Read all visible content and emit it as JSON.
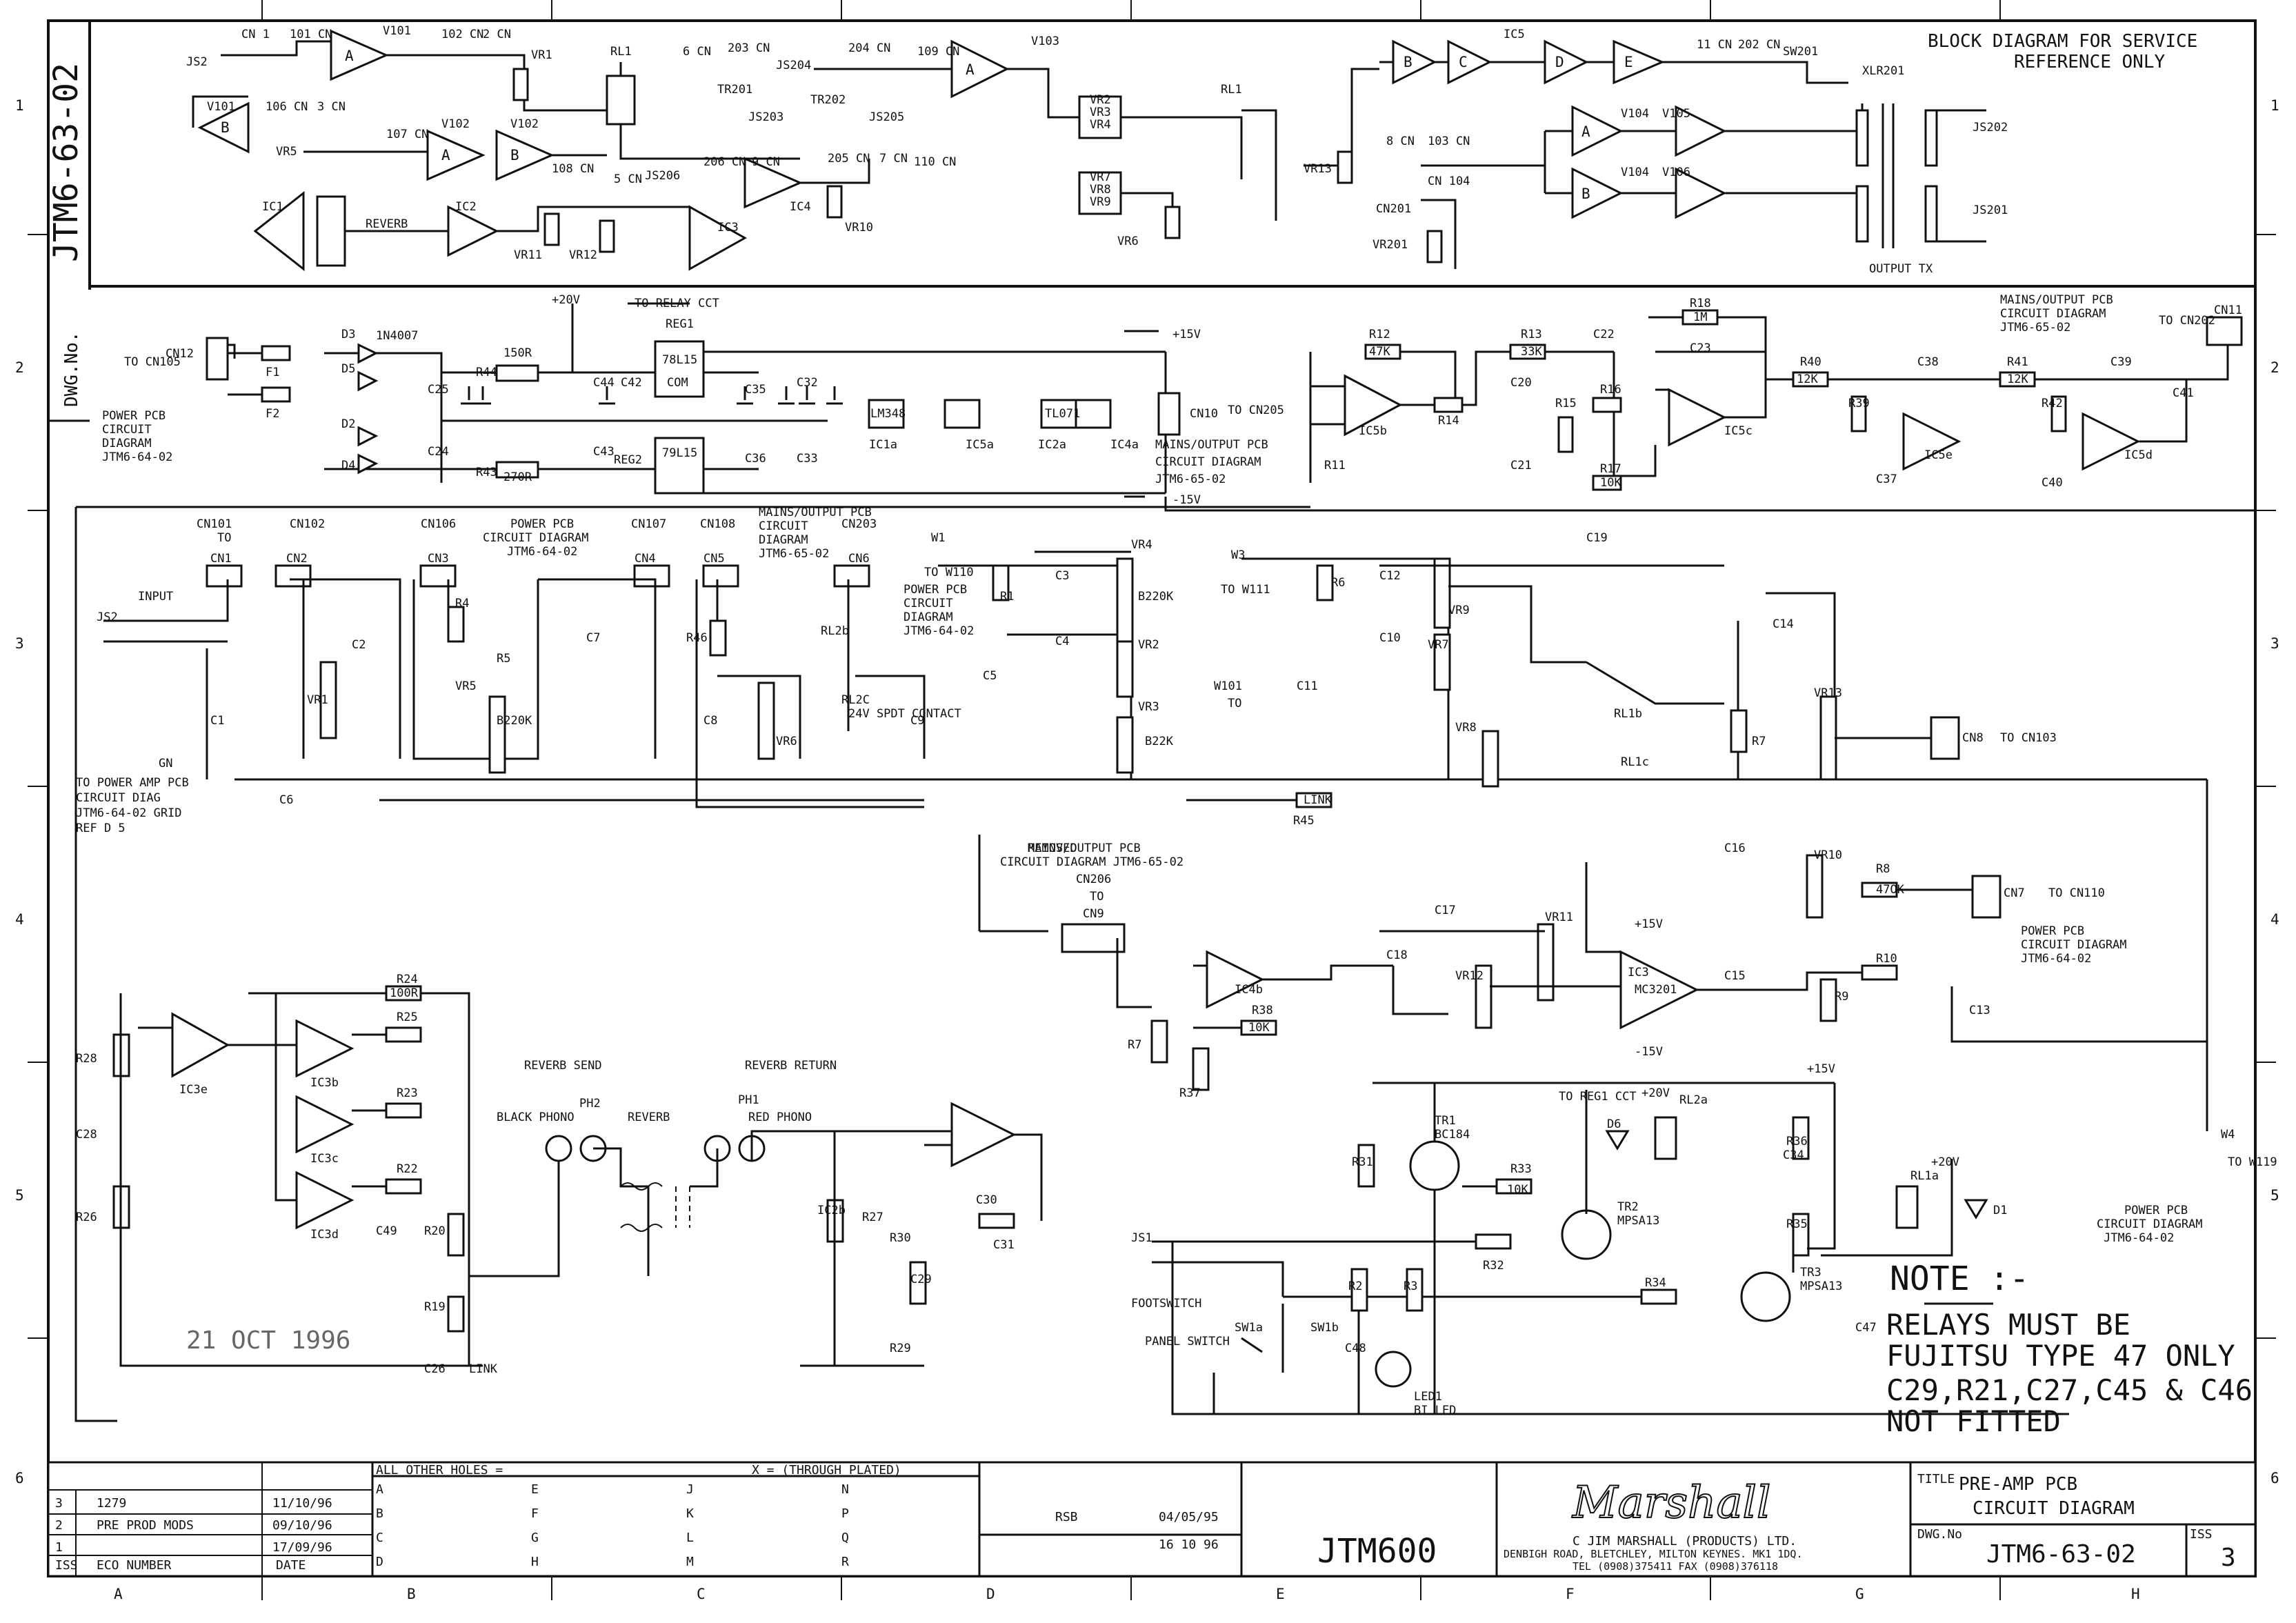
{
  "drawing": {
    "number": "JTM6-63-02",
    "dwg_no_label": "DWG.No.",
    "block_title": "BLOCK DIAGRAM FOR SERVICE",
    "block_title2": "REFERENCE ONLY",
    "date_stamp": "21 OCT 1996"
  },
  "grid": {
    "rows": [
      "1",
      "2",
      "3",
      "4",
      "5",
      "6"
    ],
    "cols": [
      "A",
      "B",
      "C",
      "D",
      "E",
      "F",
      "G",
      "H"
    ]
  },
  "block_diagram": {
    "labels": [
      "JS2",
      "CN 1",
      "101 CN",
      "V101",
      "102 CN",
      "2 CN",
      "VR1",
      "RL1",
      "6 CN",
      "203 CN",
      "JS204",
      "204 CN",
      "109 CN",
      "V103",
      "IC5",
      "11 CN",
      "202 CN",
      "SW201",
      "XLR201",
      "V101",
      "106 CN",
      "3 CN",
      "VR5",
      "107 CN",
      "V102",
      "V102",
      "108 CN",
      "5 CN",
      "TR201",
      "JS203",
      "TR202",
      "JS205",
      "JS206",
      "206 CN",
      "9 CN",
      "205 CN",
      "7 CN",
      "110 CN",
      "IC4",
      "VR10",
      "IC1",
      "REVERB",
      "IC2",
      "IC3",
      "VR11",
      "VR12",
      "VR2",
      "VR3",
      "VR4",
      "VR7",
      "VR8",
      "VR9",
      "VR6",
      "RL1",
      "VR13",
      "8 CN",
      "103 CN",
      "CN 104",
      "CN201",
      "VR201",
      "V104",
      "V105",
      "V104",
      "V106",
      "JS202",
      "JS201",
      "OUTPUT TX"
    ],
    "stage_letters": [
      "A",
      "B",
      "A",
      "B",
      "A",
      "B",
      "C",
      "D",
      "E",
      "A",
      "B"
    ]
  },
  "power_section": {
    "labels": [
      "+20V",
      "TO RELAY CCT",
      "REG1",
      "78L15",
      "COM",
      "REG2",
      "79L15",
      "+15V",
      "-15V",
      "CN12",
      "TO CN105",
      "POWER PCB",
      "CIRCUIT",
      "DIAGRAM",
      "JTM6-64-02",
      "F1",
      "F2",
      "D3",
      "D5",
      "D2",
      "D4",
      "1N4007",
      "C25",
      "C24",
      "R44",
      "R43",
      "150R",
      "270R",
      "C44",
      "C43",
      "C42",
      "C35",
      "C36",
      "C32",
      "C33",
      "IC1a",
      "IC5a",
      "IC2a",
      "IC4a",
      "LM348",
      "TL071",
      "CN10",
      "TO CN205",
      "MAINS/OUTPUT PCB",
      "CIRCUIT DIAGRAM",
      "JTM6-65-02"
    ]
  },
  "preamp_top": {
    "labels": [
      "R12",
      "47K",
      "R13",
      "33K",
      "C22",
      "R18",
      "1M",
      "C23",
      "R40",
      "12K",
      "C38",
      "R41",
      "12K",
      "C39",
      "C41",
      "CN11",
      "TO CN202",
      "MAINS/OUTPUT PCB",
      "CIRCUIT DIAGRAM",
      "JTM6-65-02",
      "IC5b",
      "IC5c",
      "IC5e",
      "IC5d",
      "R11",
      "R14",
      "C20",
      "R15",
      "R16",
      "R17",
      "10K",
      "C21",
      "R39",
      "C37",
      "R42",
      "C40"
    ]
  },
  "input_section": {
    "labels": [
      "CN101",
      "CN102",
      "CN106",
      "CN107",
      "CN108",
      "CN203",
      "TO",
      "CN1",
      "CN2",
      "CN3",
      "CN4",
      "CN5",
      "CN6",
      "INPUT",
      "JS2",
      "POWER PCB",
      "CIRCUIT DIAGRAM",
      "JTM6-64-02",
      "MAINS/OUTPUT PCB",
      "CIRCUIT",
      "DIAGRAM",
      "JTM6-65-02",
      "VR1",
      "C1",
      "C2",
      "C6",
      "R4",
      "R5",
      "VR5",
      "B220K",
      "C7",
      "R46",
      "C8",
      "VR6",
      "RL2b",
      "RL2C",
      "C9",
      "24V SPDT CONTACT",
      "TO POWER AMP PCB",
      "CIRCUIT DIAG",
      "JTM6-64-02 GRID",
      "REF D 5",
      "GN"
    ]
  },
  "tone_section": {
    "labels": [
      "W1",
      "TO W110",
      "POWER PCB",
      "CIRCUIT",
      "DIAGRAM",
      "JTM6-64-02",
      "R1",
      "C3",
      "C4",
      "C5",
      "VR4",
      "B220K",
      "VR2",
      "VR3",
      "B22K",
      "W3",
      "TO W111",
      "W101",
      "TO",
      "R6",
      "C12",
      "C10",
      "C11",
      "VR9",
      "VR7",
      "VR8",
      "C19",
      "RL1b",
      "RL1c",
      "C14",
      "R7",
      "VR13",
      "CN8",
      "TO CN103",
      "R45",
      "LINK"
    ]
  },
  "reverb_section": {
    "labels": [
      "MAINS/OUTPUT PCB",
      "CIRCUIT DIAGRAM JTM6-65-02",
      "CN206",
      "TO",
      "CN9",
      "IC4b",
      "R38",
      "10K",
      "R7",
      "R37",
      "C17",
      "VR11",
      "C18",
      "VR12",
      "IC3",
      "MC3201",
      "+15V",
      "-15V",
      "C15",
      "R9",
      "C16",
      "VR10",
      "R8",
      "47OK",
      "CN7",
      "TO CN110",
      "R10",
      "POWER PCB",
      "CIRCUIT DIAGRAM",
      "JTM6-64-02",
      "C13",
      "R28",
      "IC3e",
      "C28",
      "R26",
      "R24",
      "R25",
      "R23",
      "R22",
      "100R",
      "IC3b",
      "IC3c",
      "IC3d",
      "C49",
      "R20",
      "R19",
      "C26",
      "LINK",
      "REVERB SEND",
      "PH2",
      "BLACK PHONO",
      "REVERB",
      "REVERB RETURN",
      "PH1",
      "RED PHONO",
      "IC2b",
      "R27",
      "C29",
      "R29",
      "C30",
      "C31",
      "R30",
      "REMOVED"
    ]
  },
  "switch_section": {
    "labels": [
      "TO REG1 CCT",
      "+20V",
      "+15V",
      "TR1",
      "BC184",
      "R31",
      "R33",
      "10K",
      "D6",
      "RL2a",
      "TR2",
      "MPSA13",
      "R36",
      "C34",
      "R35",
      "W4",
      "TO W119",
      "+20V",
      "RL1a",
      "D1",
      "POWER PCB",
      "CIRCUIT DIAGRAM",
      "JTM6-64-02",
      "JS1",
      "FOOTSWITCH",
      "PANEL SWITCH",
      "SW1a",
      "SW1b",
      "R32",
      "R2",
      "R3",
      "C48",
      "LED1",
      "BI LED",
      "R34",
      "TR3",
      "MPSA13",
      "C47"
    ]
  },
  "note": {
    "heading": "NOTE :-",
    "line1": "RELAYS MUST BE",
    "line2": "FUJITSU TYPE 47 ONLY",
    "line3": "C29,R21,C27,C45 & C46",
    "line4": "NOT FITTED"
  },
  "title_block": {
    "holes_header": "ALL OTHER HOLES =",
    "through_header": "X = (THROUGH PLATED)",
    "hole_letters": [
      "A",
      "B",
      "C",
      "D",
      "E",
      "F",
      "G",
      "H",
      "J",
      "K",
      "L",
      "M",
      "N",
      "P",
      "Q",
      "R"
    ],
    "revisions": [
      {
        "iss": "3",
        "ecn": "1279",
        "date": "11/10/96"
      },
      {
        "iss": "2",
        "ecn": "PRE PROD MODS",
        "date": "09/10/96"
      },
      {
        "iss": "1",
        "ecn": "",
        "date": "17/09/96"
      }
    ],
    "iss_header": "ISS",
    "ecn_header": "ECO NUMBER",
    "date_header": "DATE",
    "drawn_label": "RSB",
    "drawn_date": "04/05/95",
    "checked_date": "16 10 96",
    "model": "JTM600",
    "brand": "Marshall",
    "company": "C  JIM MARSHALL (PRODUCTS) LTD.",
    "address": "DENBIGH ROAD, BLETCHLEY, MILTON KEYNES. MK1 1DQ.",
    "tel": "TEL (0908)375411 FAX (0908)376118",
    "title_label": "TITLE",
    "title1": "PRE-AMP PCB",
    "title2": "CIRCUIT DIAGRAM",
    "dwg_label": "DWG.No",
    "dwg_number": "JTM6-63-02",
    "iss_label": "ISS",
    "iss_value": "3"
  }
}
